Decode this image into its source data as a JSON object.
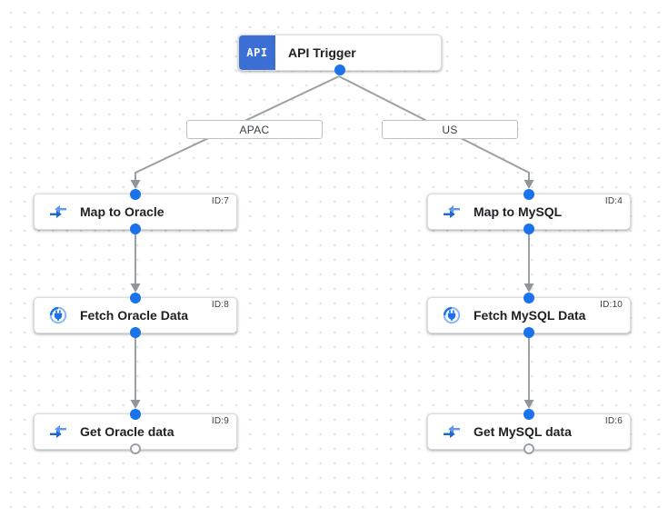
{
  "trigger": {
    "icon_label": "API",
    "title": "API Trigger"
  },
  "branches": [
    {
      "label": "APAC"
    },
    {
      "label": "US"
    }
  ],
  "nodes": [
    {
      "id_label": "ID:7",
      "title": "Map to Oracle",
      "icon": "data-mapping-icon"
    },
    {
      "id_label": "ID:8",
      "title": "Fetch Oracle Data",
      "icon": "connector-icon"
    },
    {
      "id_label": "ID:9",
      "title": "Get Oracle data",
      "icon": "data-mapping-icon"
    },
    {
      "id_label": "ID:4",
      "title": "Map to MySQL",
      "icon": "data-mapping-icon"
    },
    {
      "id_label": "ID:10",
      "title": "Fetch MySQL Data",
      "icon": "connector-icon"
    },
    {
      "id_label": "ID:6",
      "title": "Get MySQL data",
      "icon": "data-mapping-icon"
    }
  ],
  "colors": {
    "accent_blue": "#1a73e8",
    "trigger_badge_blue": "#3b6fd4",
    "mapping_arrow_dark": "#1967d2",
    "mapping_arrow_light": "#5e97f6",
    "edge_gray": "#9aa0a6",
    "node_border": "#dadce0",
    "grid_dot": "#e2e2e2"
  }
}
